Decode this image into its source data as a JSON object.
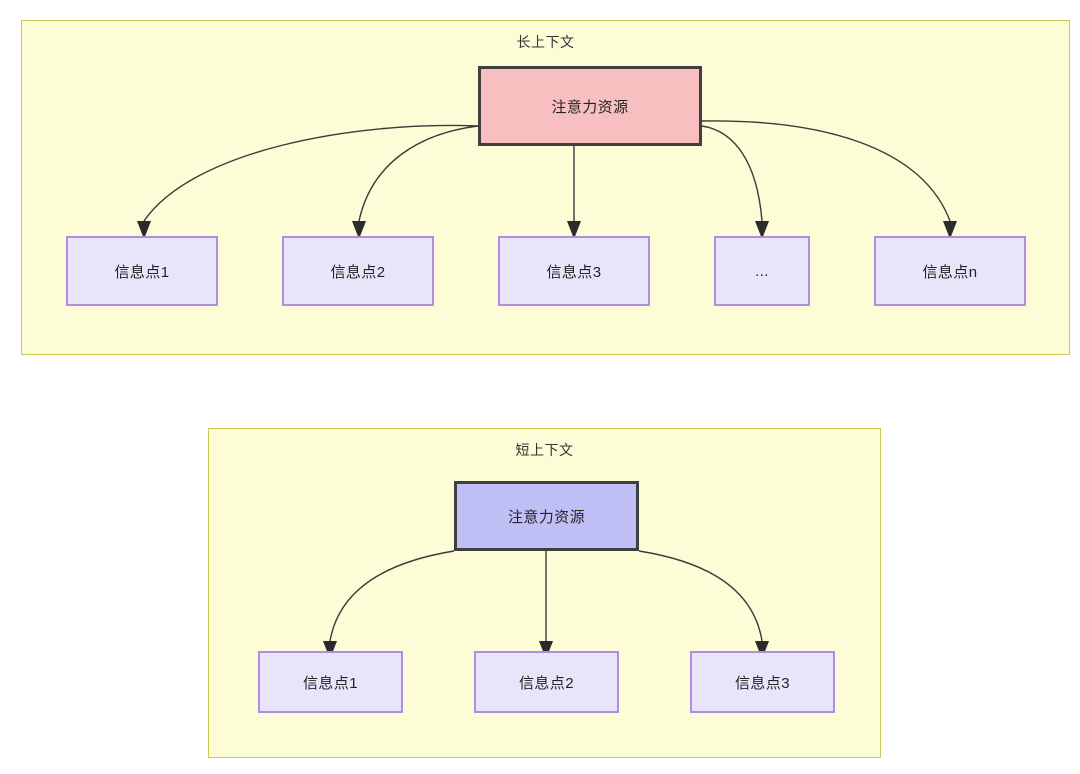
{
  "diagram": {
    "type": "tree-comparison",
    "groups": [
      {
        "id": "long-context",
        "title": "长上下文",
        "root": {
          "label": "注意力资源",
          "fill": "#F8BFC1",
          "stroke": "#3F3F3F"
        },
        "leaves": [
          {
            "label": "信息点1"
          },
          {
            "label": "信息点2"
          },
          {
            "label": "信息点3"
          },
          {
            "label": "..."
          },
          {
            "label": "信息点n"
          }
        ],
        "leaf_fill": "#E8E5FB",
        "leaf_stroke": "#B18CE0",
        "background": "#FCFCD6",
        "border": "#C9C955"
      },
      {
        "id": "short-context",
        "title": "短上下文",
        "root": {
          "label": "注意力资源",
          "fill": "#BFBFF5",
          "stroke": "#3F3F3F"
        },
        "leaves": [
          {
            "label": "信息点1"
          },
          {
            "label": "信息点2"
          },
          {
            "label": "信息点3"
          }
        ],
        "leaf_fill": "#E8E5FB",
        "leaf_stroke": "#B18CE0",
        "background": "#FCFCD6",
        "border": "#C9C955"
      }
    ],
    "edge_color": "#3A3A3A",
    "arrowhead_color": "#2B2B2B"
  }
}
